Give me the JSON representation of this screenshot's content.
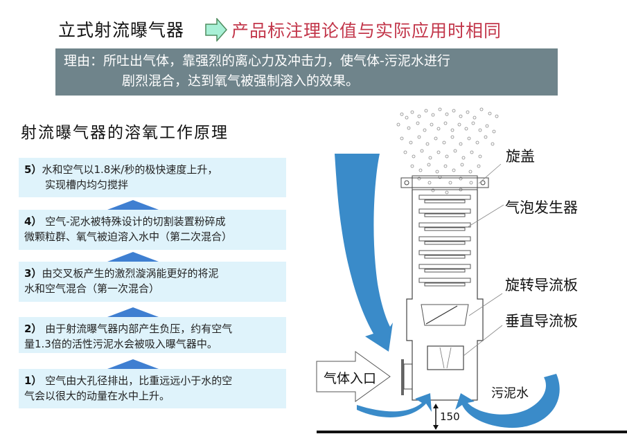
{
  "header": {
    "title": "立式射流曝气器",
    "arrow_icon": "right-arrow-icon",
    "arrow_color": "#a8f0d6",
    "note": "产品标注理论值与实际应用时相同",
    "note_color": "#c2364a"
  },
  "reason": {
    "line1": "理由：所吐出气体，靠强烈的离心力及冲击力，使气体-污泥水进行",
    "line2": "剧烈混合，达到氧气被强制溶入的效果。",
    "bg_color": "#6f848b"
  },
  "section": {
    "title": "射流曝气器的溶氧工作原理"
  },
  "steps": [
    {
      "num": "5）",
      "line1": "水和空气以1.8米/秒的极快速度上升，",
      "line2": "实现槽内均匀搅拌"
    },
    {
      "num": "4）",
      "line1": " 空气-泥水被特殊设计的切割装置粉碎成",
      "line2": "微颗粒群、氧气被迫溶入水中（第二次混合）"
    },
    {
      "num": "3）",
      "line1": "由交叉板产生的激烈漩涡能更好的将泥",
      "line2": "水和空气混合（第一次混合）"
    },
    {
      "num": "2）",
      "line1": " 由于射流曝气器内部产生负压，约有空气",
      "line2": "量1.3倍的活性污泥水会被吸入曝气器中。"
    },
    {
      "num": "1）",
      "line1": " 空气由大孔径排出，比重远远小于水的空",
      "line2": "气会以很大的动量在水中上升。"
    }
  ],
  "step_bg_color": "#dff3fb",
  "step_arrow_color": "#3f7fd1",
  "diagram": {
    "labels": {
      "cap": "旋盖",
      "bubble_generator": "气泡发生器",
      "rotating_baffle": "旋转导流板",
      "vertical_baffle": "垂直导流板",
      "gas_inlet": "气体入口",
      "sludge_water": "污泥水",
      "clearance": "150"
    },
    "flow_arrow_color": "#3a8bc9"
  }
}
